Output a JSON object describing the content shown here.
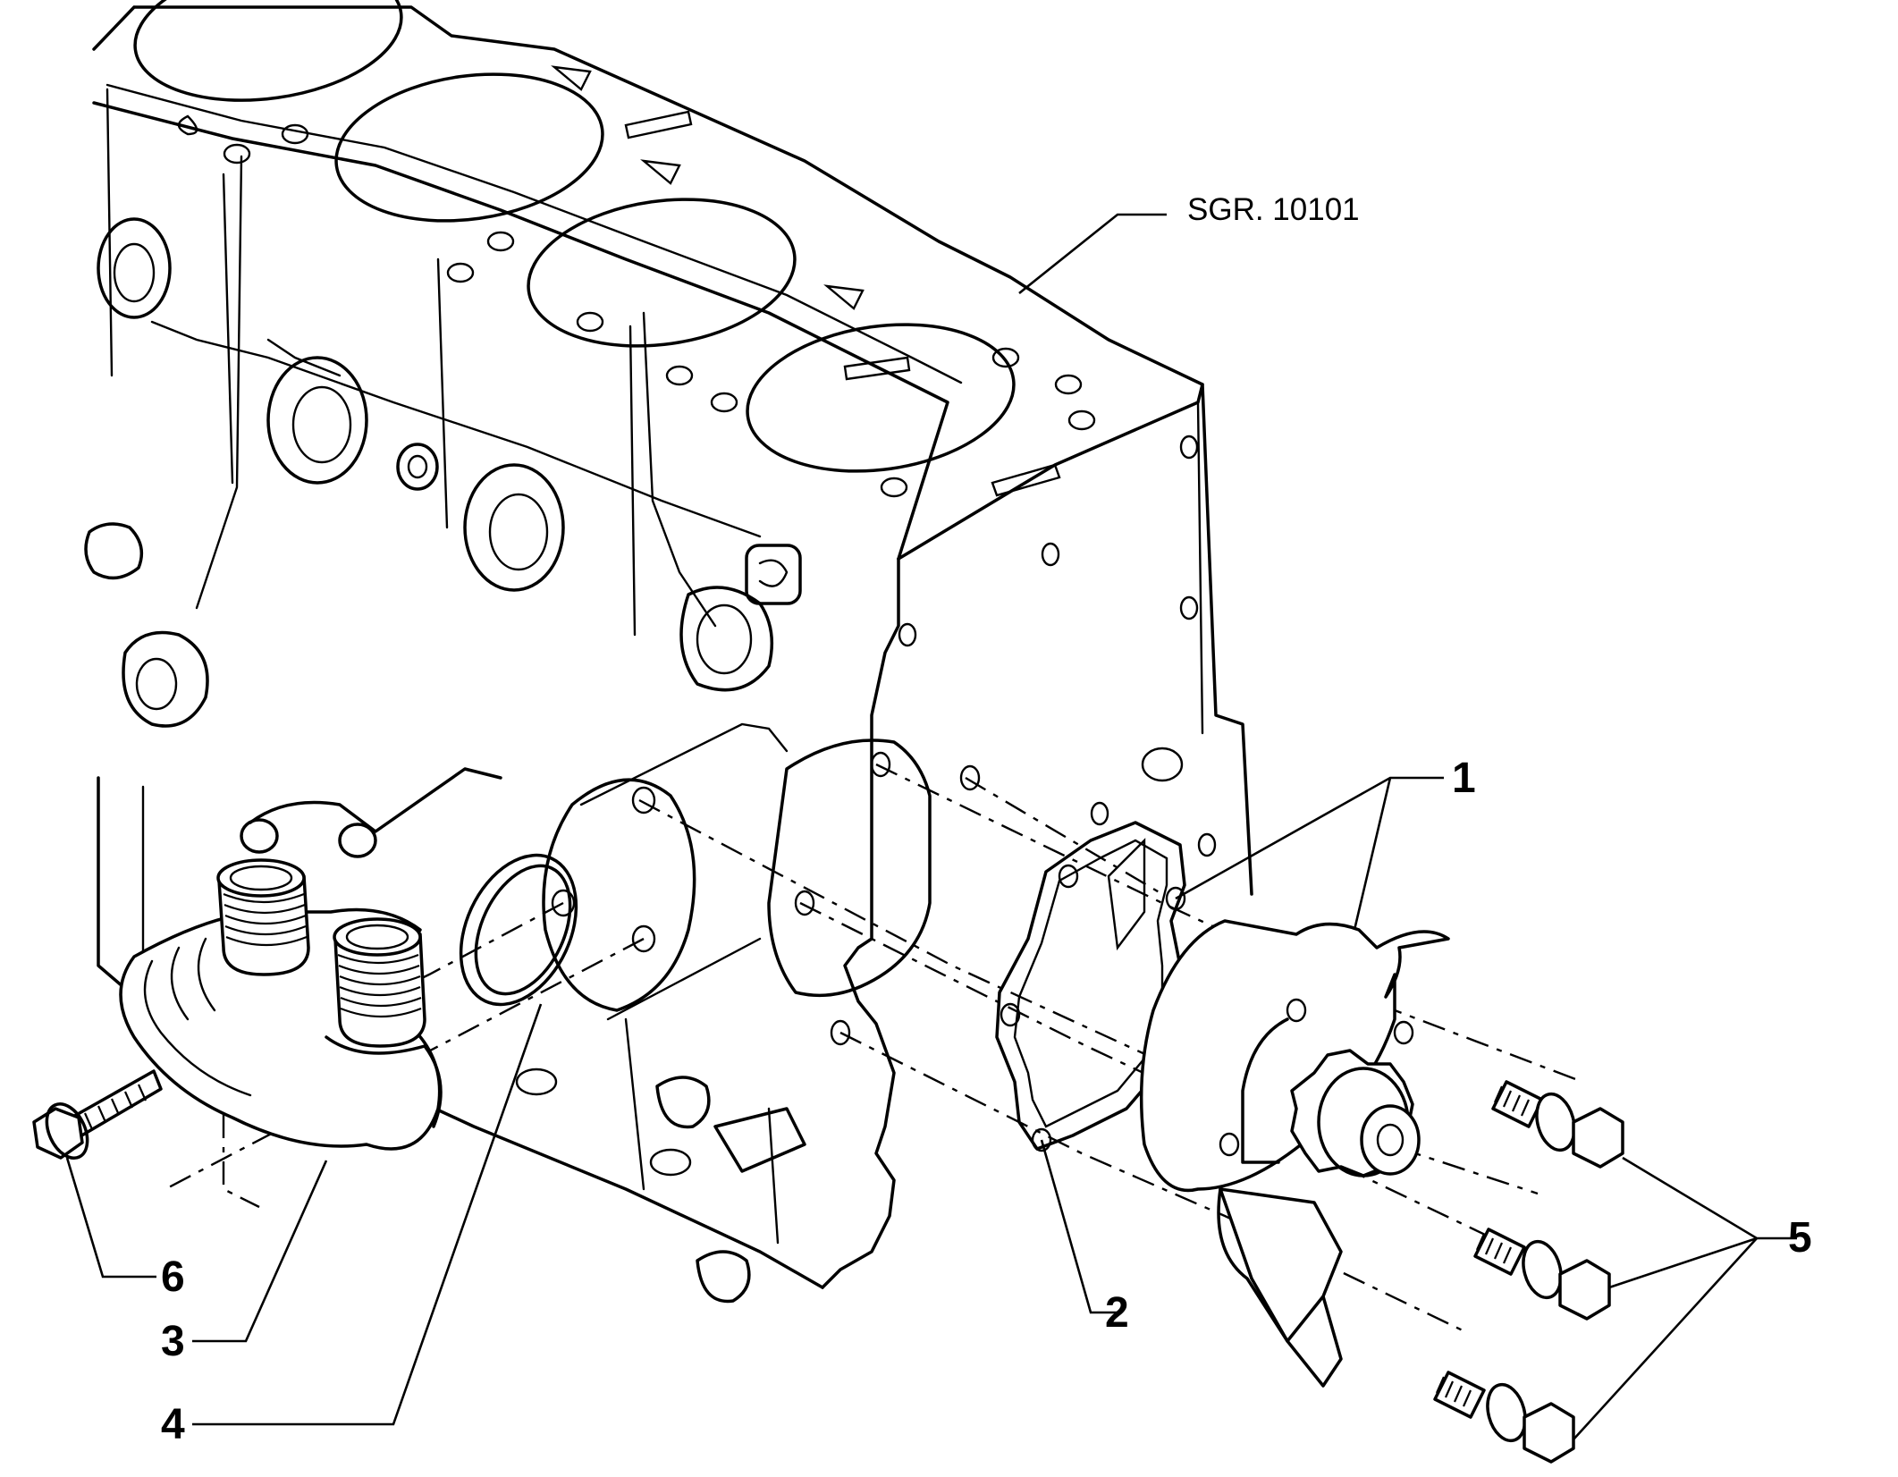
{
  "reference": "SGR. 10101",
  "callouts": {
    "c1": "1",
    "c2": "2",
    "c3": "3",
    "c4": "4",
    "c5": "5",
    "c6": "6"
  }
}
